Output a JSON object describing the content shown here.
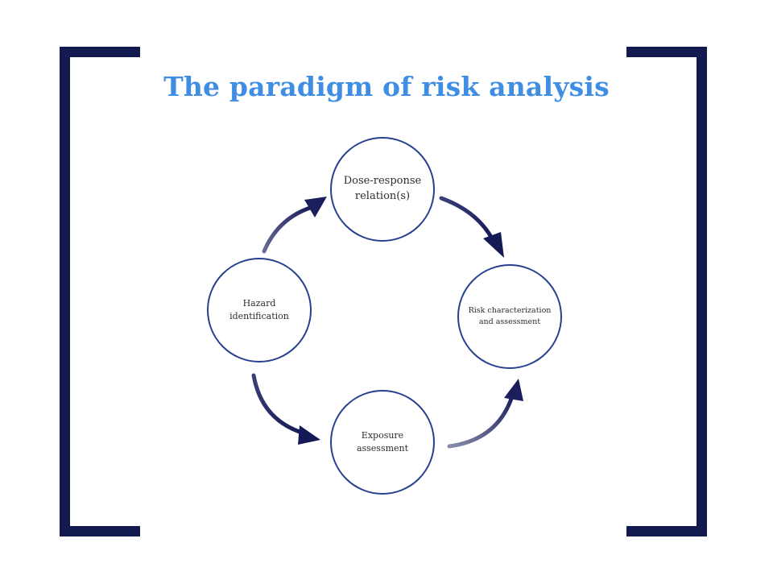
{
  "title": "The paradigm of risk analysis",
  "nodes": {
    "dose_response": "Dose-response relation(s)",
    "hazard_identification": "Hazard identification",
    "risk_characterization": "Risk characterization and assessment",
    "exposure_assessment": "Exposure assessment"
  },
  "colors": {
    "title": "#3f8ee4",
    "bracket": "#131a4f",
    "circle_border": "#27408f",
    "arrow": "#1a1f5c"
  }
}
